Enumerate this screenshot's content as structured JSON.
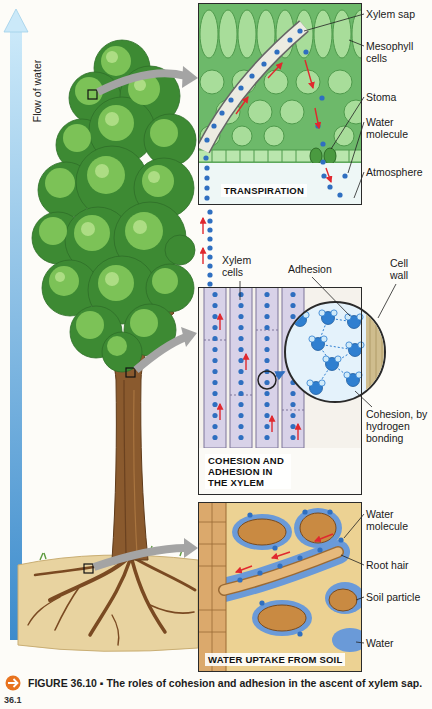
{
  "diagram": {
    "caption": "FIGURE 36.10 ▪ The roles of cohesion and adhesion in the ascent of xylem sap.",
    "nodes": [
      {
        "text": [
          "TRANSPIRATION"
        ]
      },
      {
        "text": [
          "COHESION AND ADHESION IN THE XYLEM"
        ]
      },
      {
        "text": [
          "WATER UPTAKE FROM SOIL"
        ]
      }
    ],
    "labels": [
      "Flow of water",
      "Xylem sap",
      "Mesophyll cells",
      "Stoma",
      "Water molecule",
      "Atmosphere",
      "Xylem cells",
      "Adhesion",
      "Cell wall",
      "Cohesion, by hydrogen bonding",
      "Water molecule",
      "Root hair",
      "Soil particle",
      "Water",
      "36.1"
    ]
  }
}
